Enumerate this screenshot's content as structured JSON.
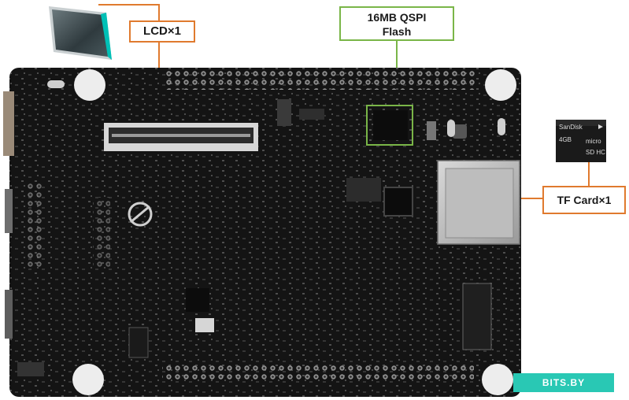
{
  "callouts": {
    "lcd": "LCD×1",
    "flash_line1": "16MB QSPI",
    "flash_line2": "Flash",
    "tf_card": "TF Card×1"
  },
  "sd_card": {
    "brand": "SanDisk",
    "capacity": "4GB",
    "type": "micro",
    "logo": "SD HC"
  },
  "watermark": "BITS.BY",
  "colors": {
    "board": "#141414",
    "callout_orange": "#e07a2e",
    "callout_green": "#7ab648",
    "watermark_bg": "#29c8b4"
  }
}
